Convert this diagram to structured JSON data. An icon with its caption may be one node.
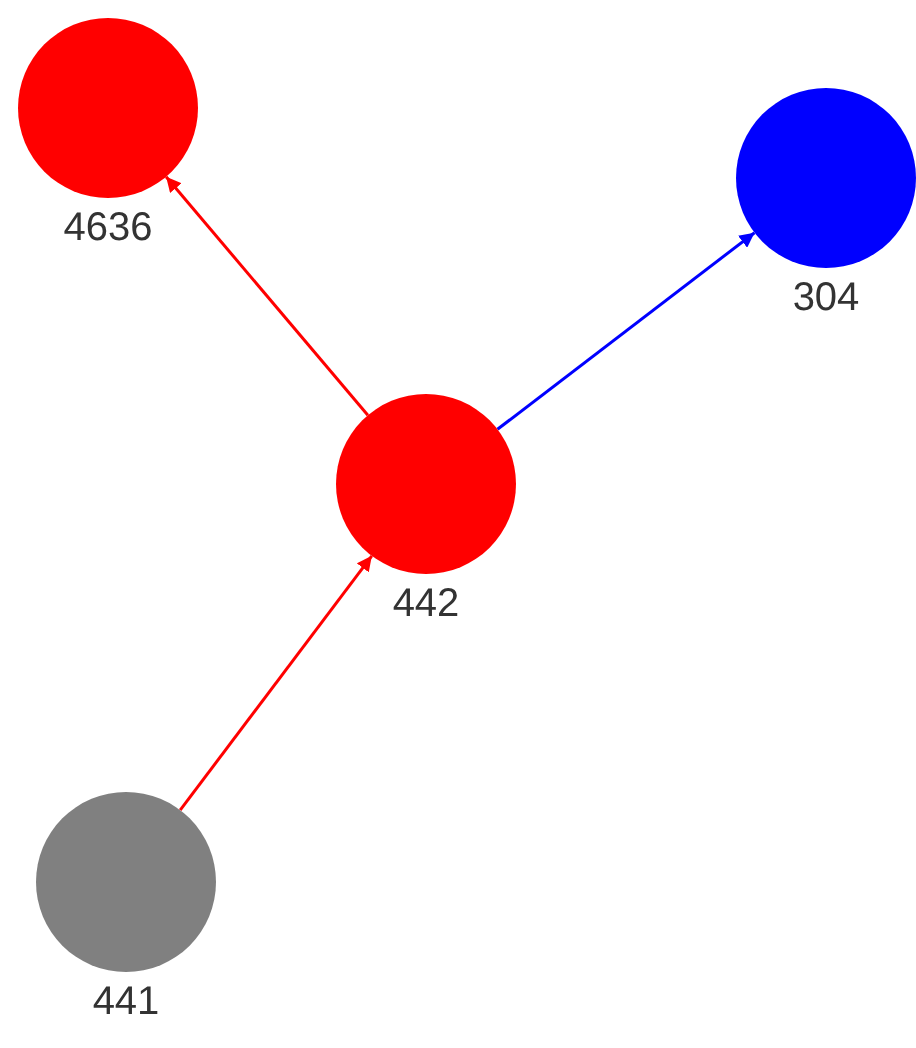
{
  "diagram": {
    "nodes": [
      {
        "text": [
          "4636"
        ]
      },
      {
        "text": [
          "304"
        ]
      },
      {
        "text": [
          "442"
        ]
      },
      {
        "text": [
          "441"
        ]
      }
    ],
    "edges": [
      {
        "from": 2,
        "to": 0,
        "arrow": "to"
      },
      {
        "from": 2,
        "to": 1,
        "arrow": "to",
        "color": "#0000ff"
      },
      {
        "from": 3,
        "to": 2,
        "arrow": "to"
      }
    ]
  }
}
